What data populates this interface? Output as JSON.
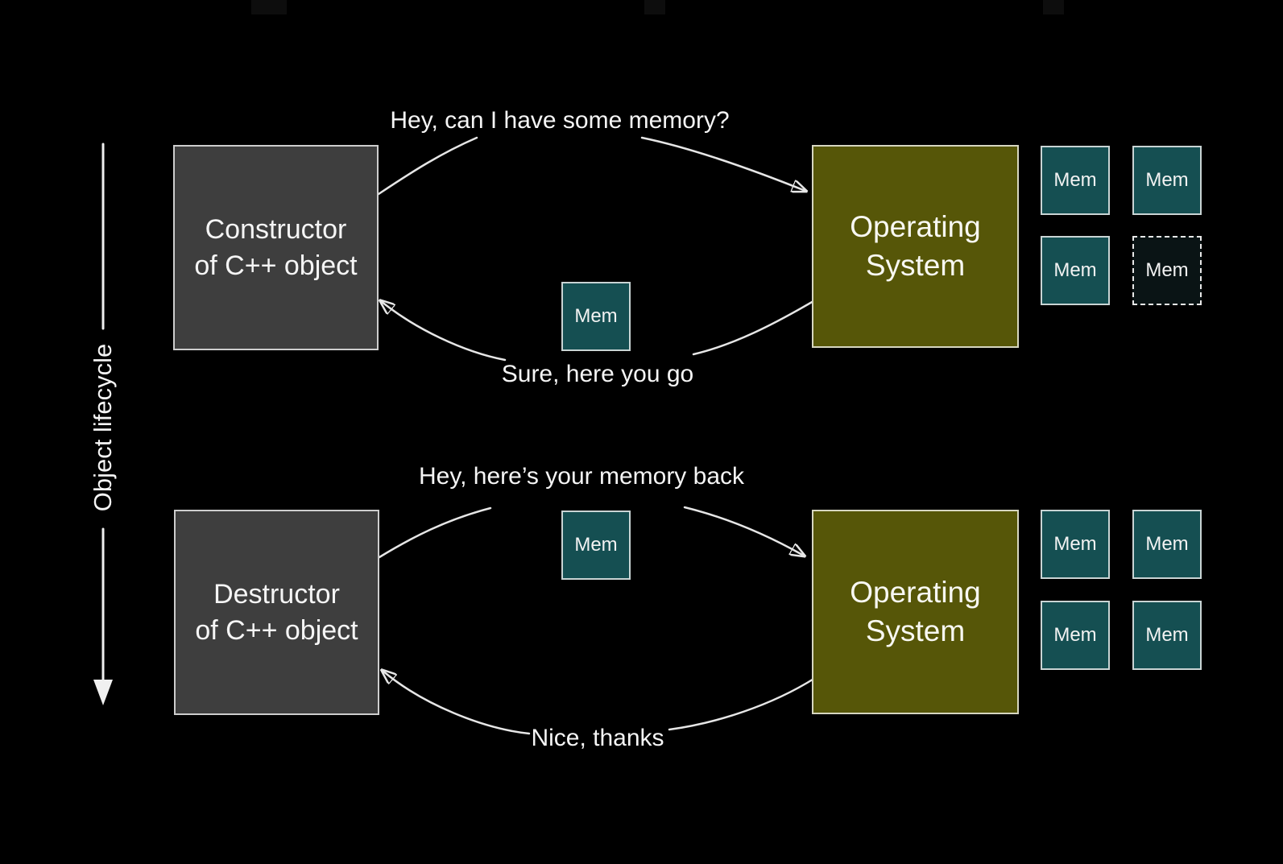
{
  "lifecycle_axis": {
    "label": "Object lifecycle"
  },
  "allocation": {
    "actor_box": {
      "line1": "Constructor",
      "line2": "of C++ object"
    },
    "os_box": {
      "line1": "Operating",
      "line2": "System"
    },
    "request_message": "Hey, can I have some memory?",
    "response_message": "Sure, here you go",
    "transfer_chip": {
      "label": "Mem"
    },
    "os_memory_chips": [
      {
        "label": "Mem",
        "state": "available"
      },
      {
        "label": "Mem",
        "state": "available"
      },
      {
        "label": "Mem",
        "state": "available"
      },
      {
        "label": "Mem",
        "state": "handed-out"
      }
    ]
  },
  "deallocation": {
    "actor_box": {
      "line1": "Destructor",
      "line2": "of C++ object"
    },
    "os_box": {
      "line1": "Operating",
      "line2": "System"
    },
    "request_message": "Hey, here’s your memory back",
    "response_message": "Nice, thanks",
    "transfer_chip": {
      "label": "Mem"
    },
    "os_memory_chips": [
      {
        "label": "Mem",
        "state": "available"
      },
      {
        "label": "Mem",
        "state": "available"
      },
      {
        "label": "Mem",
        "state": "available"
      },
      {
        "label": "Mem",
        "state": "available"
      }
    ]
  },
  "colors": {
    "background": "#000000",
    "actor_box_fill": "#3e3e3e",
    "actor_box_border": "#cdcdcd",
    "os_box_fill": "#565608",
    "os_box_border": "#d6d6c0",
    "mem_chip_fill": "#154f52",
    "mem_chip_border": "#c9d4d4",
    "mem_chip_freed_fill": "#0a1415",
    "arrow_color": "#e6e6e6",
    "text_color": "#f2f2f2"
  }
}
